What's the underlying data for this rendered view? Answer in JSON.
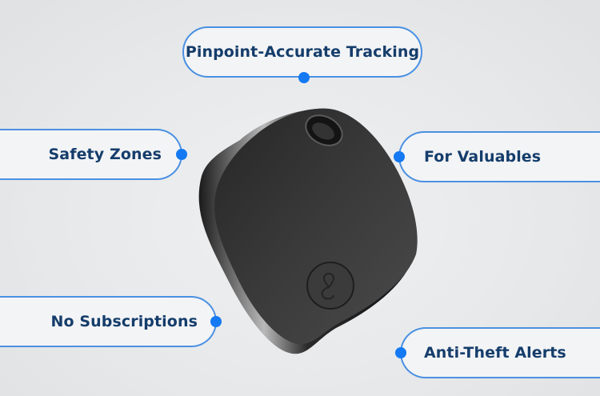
{
  "product": {
    "name": "tracker-tag",
    "color": "#2b2b2b",
    "button_icon": "location-pin-icon"
  },
  "features": {
    "top": {
      "label": "Pinpoint-Accurate Tracking"
    },
    "left_upper": {
      "label": "Safety Zones"
    },
    "left_lower": {
      "label": "No Subscriptions"
    },
    "right_upper": {
      "label": "For Valuables"
    },
    "right_lower": {
      "label": "Anti-Theft Alerts"
    }
  },
  "colors": {
    "background": "#e6e8ea",
    "pill_border": "#4a90e2",
    "pill_fill": "#f3f4f6",
    "dot": "#1479f2",
    "text": "#153d6b"
  }
}
